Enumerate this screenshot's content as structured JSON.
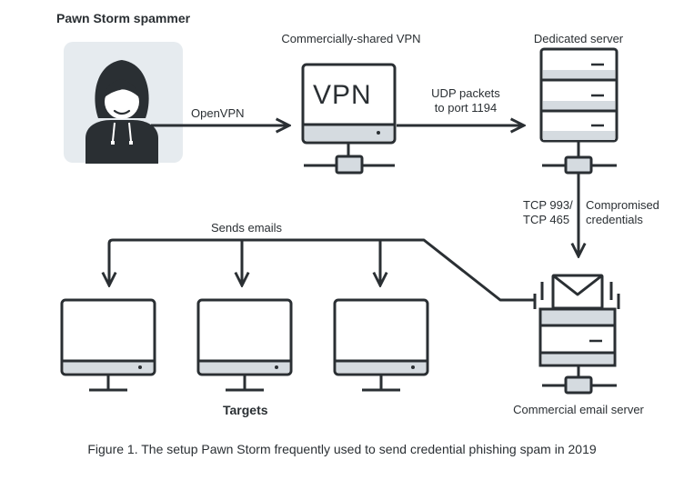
{
  "labels": {
    "spammer_title": "Pawn Storm spammer",
    "vpn_title": "Commercially-shared VPN",
    "vpn_screen_text": "VPN",
    "dedicated_server_title": "Dedicated server",
    "openvpn_edge": "OpenVPN",
    "udp_edge_line1": "UDP packets",
    "udp_edge_line2": "to port 1194",
    "tcp_edge_line1": "TCP 993/",
    "tcp_edge_line2": "TCP 465",
    "compromised_line1": "Compromised",
    "compromised_line2": "credentials",
    "sends_emails": "Sends emails",
    "targets_title": "Targets",
    "email_server_title": "Commercial email server"
  },
  "caption": "Figure 1. The setup Pawn Storm frequently used to send credential phishing spam in 2019",
  "colors": {
    "stroke": "#2a2f33",
    "panel_gray": "#d5dbe0",
    "avatar_bg": "#e6ebef",
    "white": "#ffffff"
  },
  "icons": {
    "spammer": "hooded-person-icon",
    "vpn": "vpn-monitor-icon",
    "server": "server-rack-icon",
    "email_server": "mail-server-icon",
    "target": "monitor-icon"
  }
}
